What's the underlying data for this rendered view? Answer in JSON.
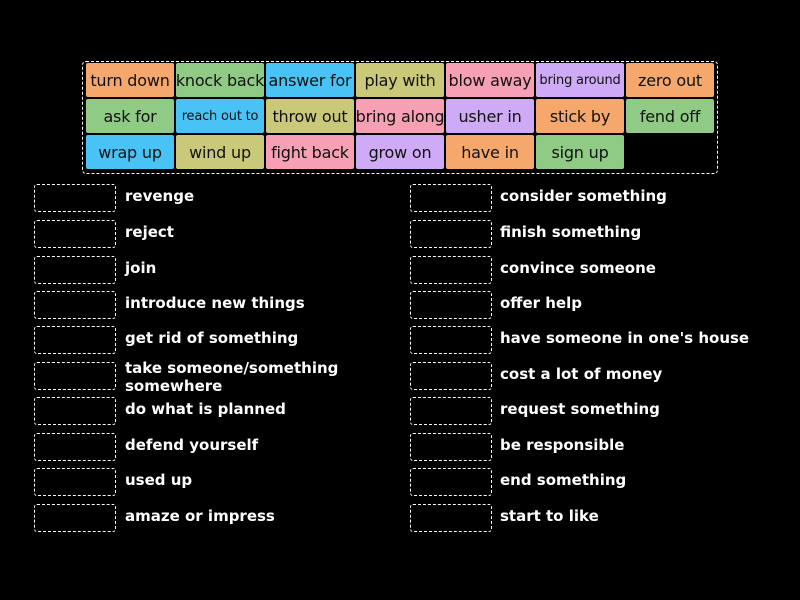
{
  "tiles": [
    {
      "label": "turn down",
      "color": "#f5a76c"
    },
    {
      "label": "knock back",
      "color": "#8fcb84"
    },
    {
      "label": "answer for",
      "color": "#49c3f5"
    },
    {
      "label": "play with",
      "color": "#cac97a"
    },
    {
      "label": "blow away",
      "color": "#f7a0b4"
    },
    {
      "label": "bring around",
      "color": "#cfaaf6"
    },
    {
      "label": "zero out",
      "color": "#f5a76c"
    },
    {
      "label": "ask for",
      "color": "#8fcb84"
    },
    {
      "label": "reach out to",
      "color": "#49c3f5"
    },
    {
      "label": "throw out",
      "color": "#cac97a"
    },
    {
      "label": "bring along",
      "color": "#f7a0b4"
    },
    {
      "label": "usher in",
      "color": "#cfaaf6"
    },
    {
      "label": "stick by",
      "color": "#f5a76c"
    },
    {
      "label": "fend off",
      "color": "#8fcb84"
    },
    {
      "label": "wrap up",
      "color": "#49c3f5"
    },
    {
      "label": "wind up",
      "color": "#cac97a"
    },
    {
      "label": "fight back",
      "color": "#f7a0b4"
    },
    {
      "label": "grow on",
      "color": "#cfaaf6"
    },
    {
      "label": "have in",
      "color": "#f5a76c"
    },
    {
      "label": "sign up",
      "color": "#8fcb84"
    }
  ],
  "definitions_left": [
    "revenge",
    "reject",
    "join",
    "introduce new things",
    "get rid of something",
    "take someone/something somewhere",
    "do what is planned",
    "defend yourself",
    "used up",
    "amaze or impress"
  ],
  "definitions_right": [
    "consider something",
    "finish something",
    "convince someone",
    "offer help",
    "have someone in one's house",
    "cost a lot of money",
    "request something",
    "be responsible",
    "end something",
    "start to like"
  ]
}
